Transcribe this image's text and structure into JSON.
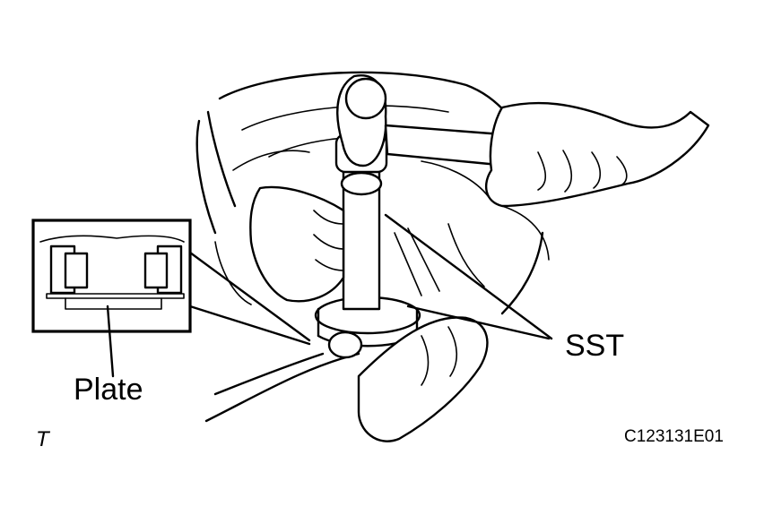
{
  "labels": {
    "plate": "Plate",
    "sst": "SST",
    "figure_code": "C123131E01",
    "corner_mark": "T"
  },
  "icons": [
    "hammer-icon",
    "press-tool-icon",
    "bearing-detail-icon",
    "hand-icon"
  ],
  "colors": {
    "ink": "#000000",
    "paper": "#ffffff"
  }
}
